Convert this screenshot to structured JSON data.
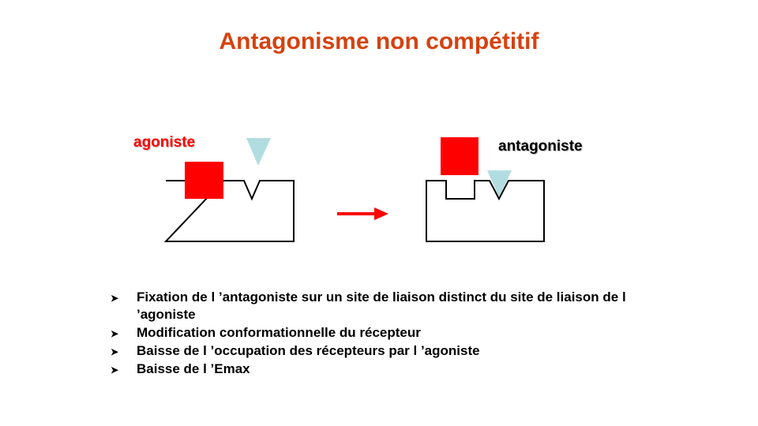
{
  "title": "Antagonisme non compétitif",
  "diagram": {
    "agonist_label": "agoniste",
    "antagonist_label": "antagoniste",
    "colors": {
      "agonist": "#ff0000",
      "antagonist": "#b2dde0",
      "arrow": "#ff0000",
      "receptor_outline": "#000000"
    }
  },
  "bullets": [
    "Fixation de l ’antagoniste sur un site de liaison distinct du site de liaison de l ’agoniste",
    " Modification conformationnelle du récepteur",
    " Baisse de l ’occupation des récepteurs par l ’agoniste",
    " Baisse de l ’Emax"
  ]
}
